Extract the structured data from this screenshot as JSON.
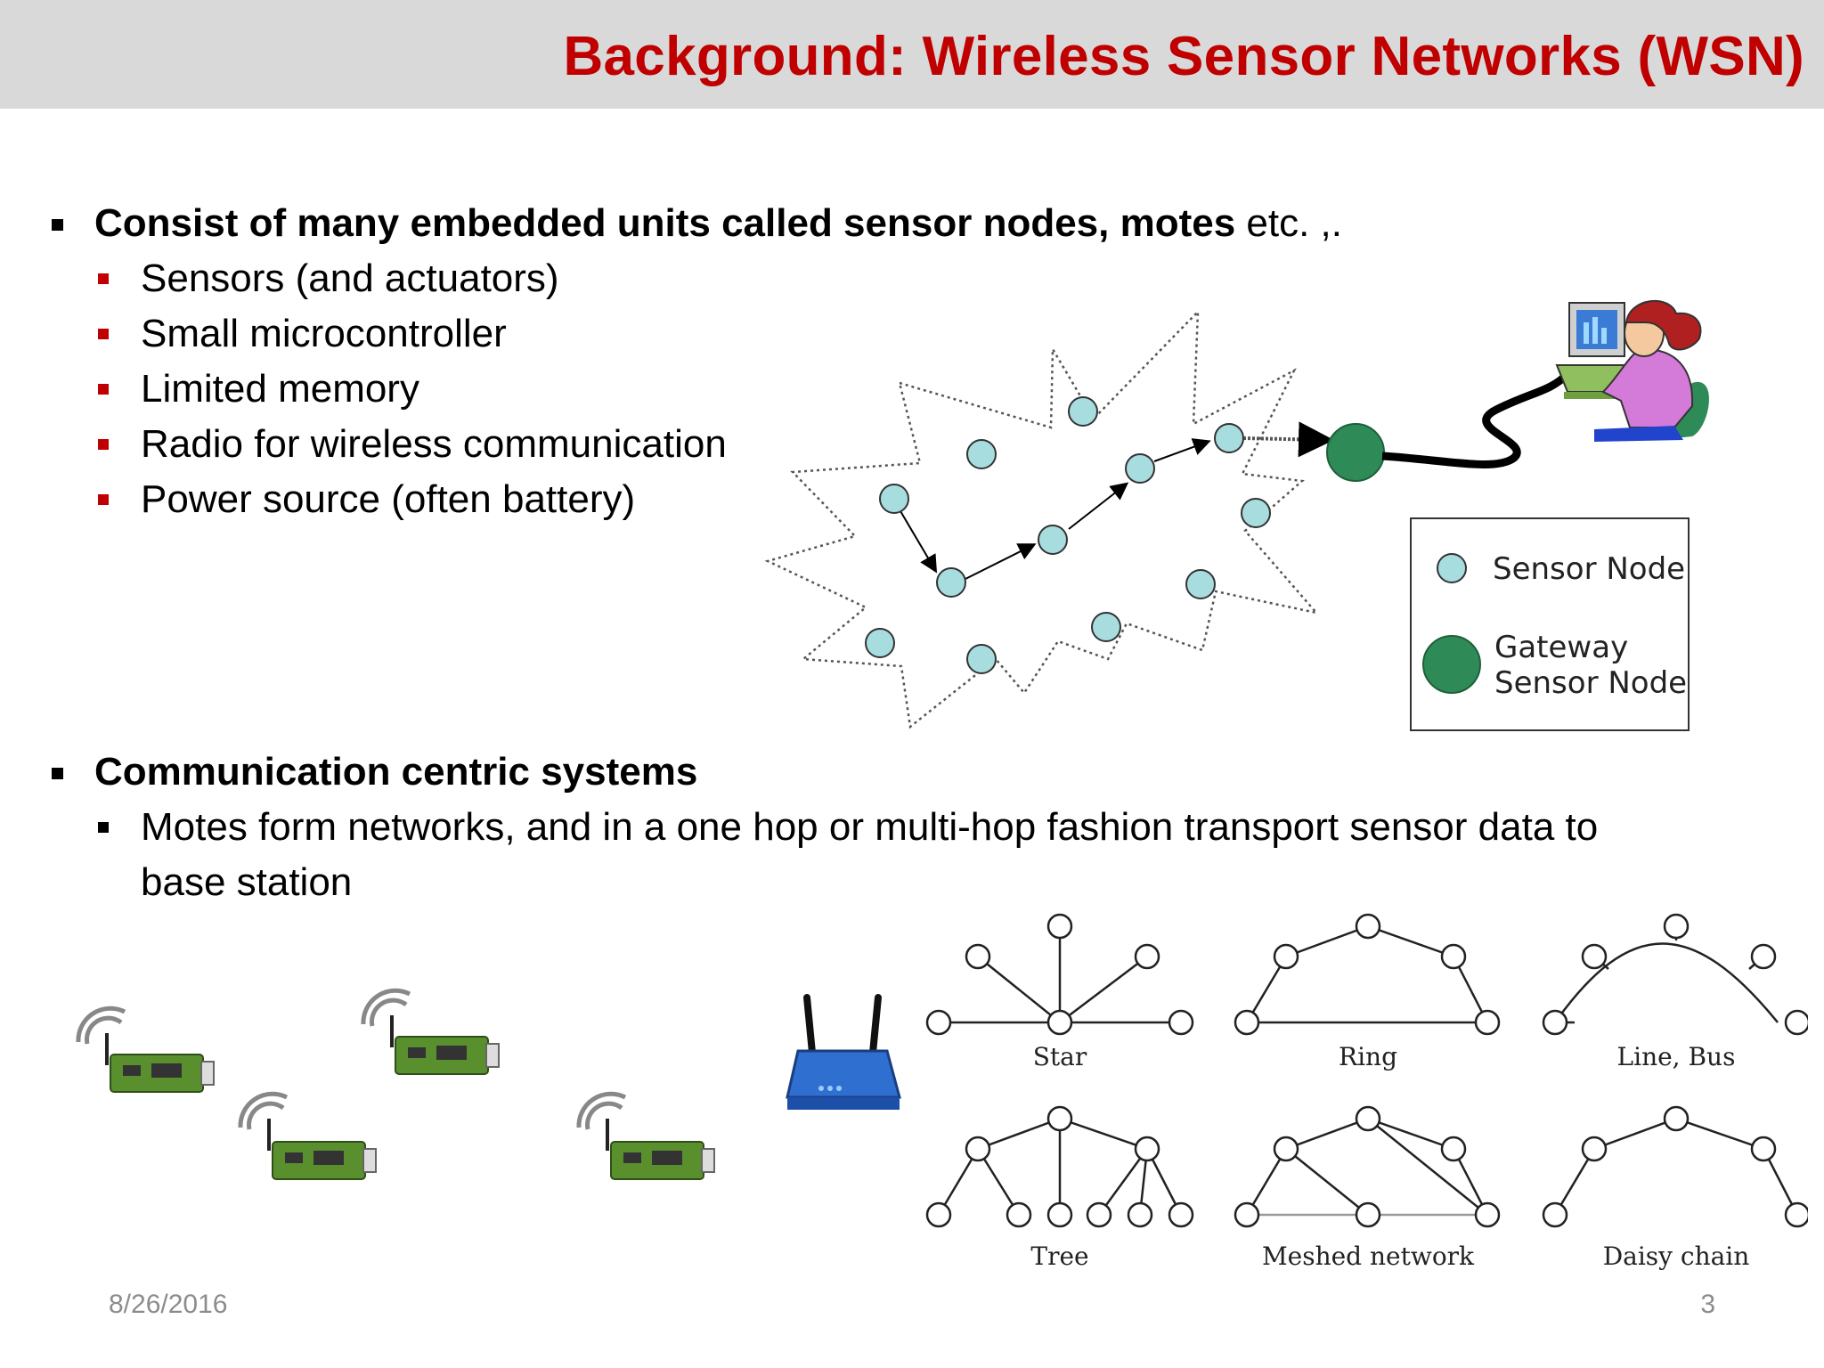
{
  "title": "Background: Wireless Sensor Networks (WSN)",
  "bullets": {
    "b1_bold": "Consist of many embedded units called sensor nodes, motes",
    "b1_rest": " etc. ,.",
    "b1_sub": [
      "Sensors (and actuators)",
      "Small microcontroller",
      "Limited memory",
      "Radio for wireless communication",
      "Power source (often battery)"
    ],
    "b2_bold": "Communication centric systems",
    "b2_sub_line1": "Motes form networks, and in a one hop or multi-hop fashion transport sensor data to",
    "b2_sub_line2": "base station"
  },
  "wsn_diagram": {
    "legend_sensor": "Sensor Node",
    "legend_gateway_line1": "Gateway",
    "legend_gateway_line2": "Sensor Node",
    "colors": {
      "sensor": "#a8dde0",
      "gateway": "#2e8b57"
    }
  },
  "topologies": {
    "labels": [
      "Star",
      "Ring",
      "Line, Bus",
      "Tree",
      "Meshed network",
      "Daisy chain"
    ]
  },
  "footer": {
    "date": "8/26/2016",
    "page": "3"
  },
  "colors": {
    "title": "#c00000",
    "title_bar": "#d9d9d9",
    "sub_bullet": "#c00000"
  }
}
